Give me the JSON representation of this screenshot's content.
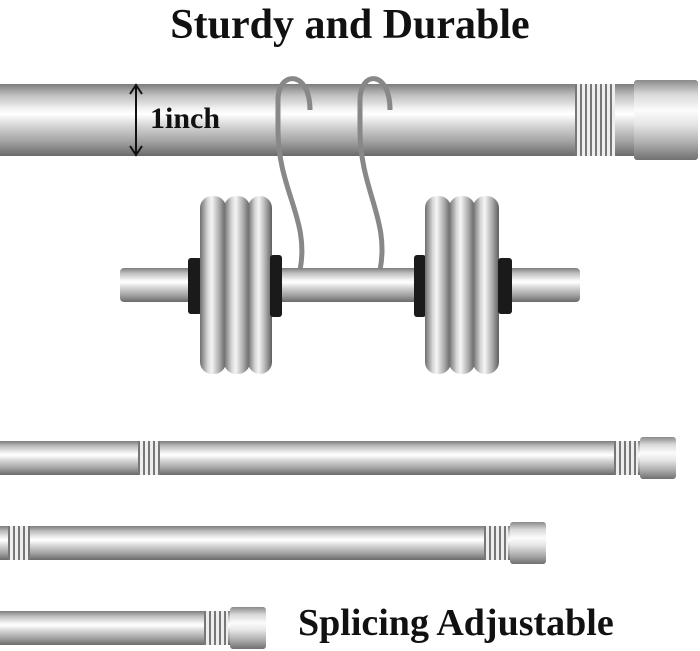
{
  "headline": "Sturdy and Durable",
  "diameter_label": "1inch",
  "footer_label": "Splicing Adjustable",
  "colors": {
    "text": "#111111",
    "metal": "#c8c8c8"
  }
}
